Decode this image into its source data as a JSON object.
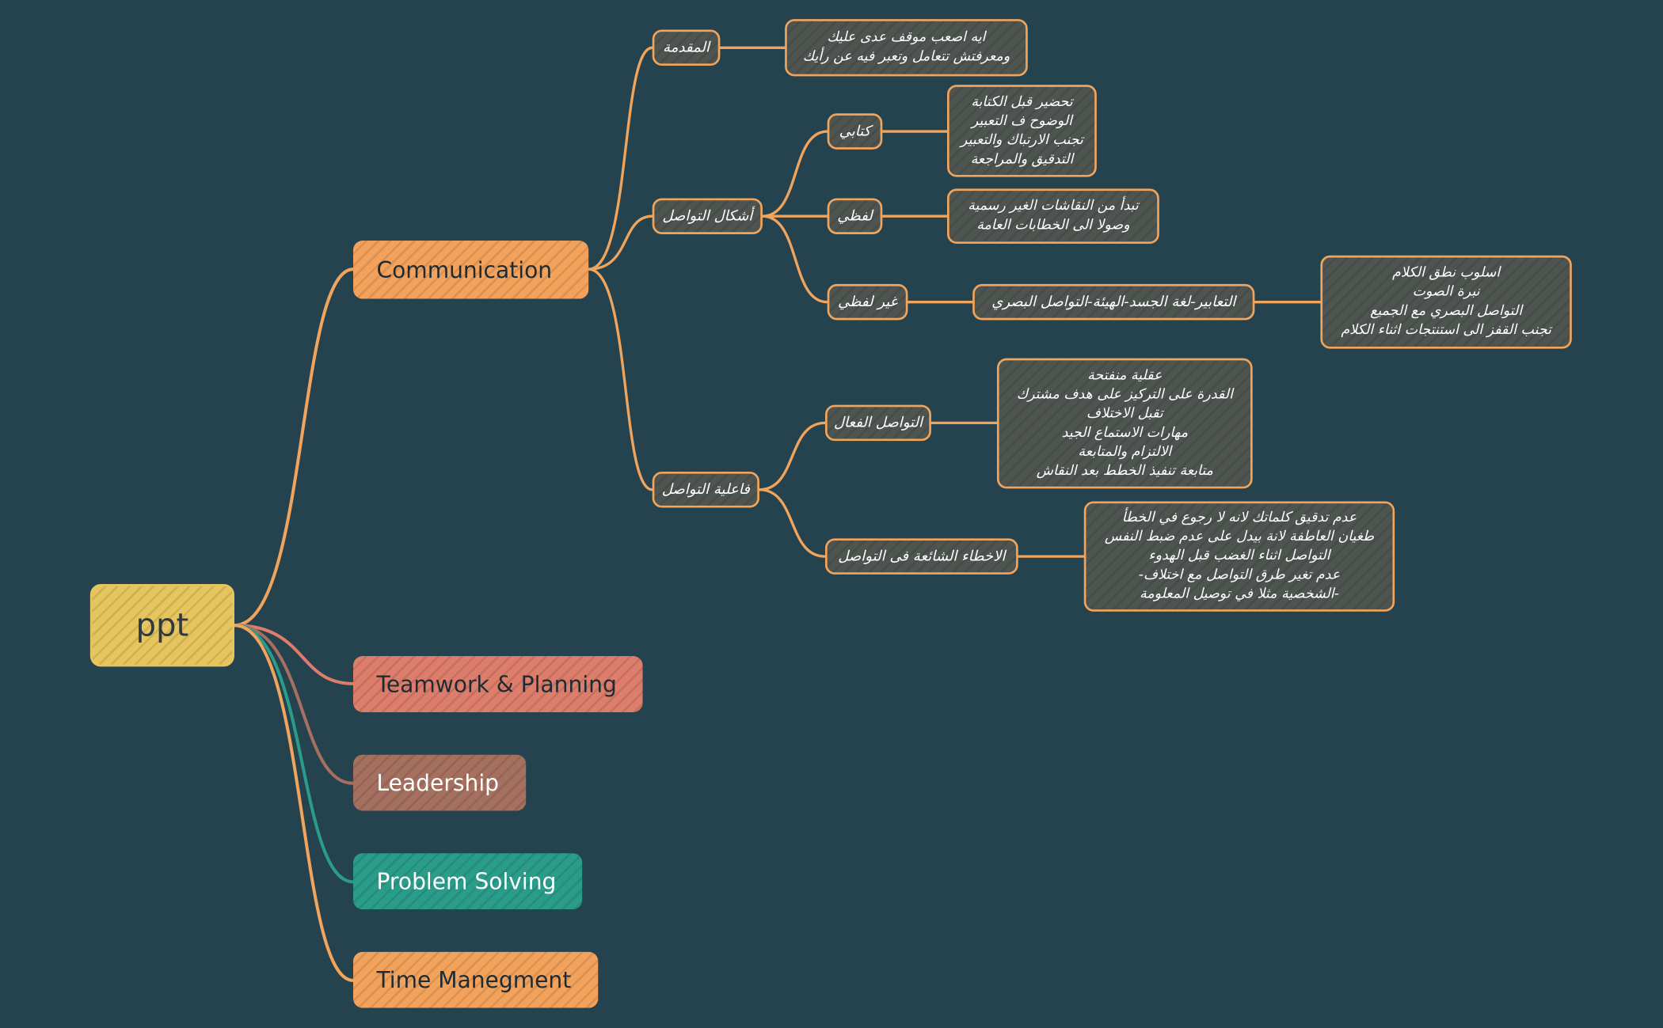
{
  "root": {
    "label": "ppt"
  },
  "main_topics": [
    {
      "label": "Communication",
      "color": "#f2a25b"
    },
    {
      "label": "Teamwork & Planning",
      "color": "#dd7d6b"
    },
    {
      "label": "Leadership",
      "color": "#a5705f"
    },
    {
      "label": "Problem Solving",
      "color": "#2a9c8a"
    },
    {
      "label": "Time Manegment",
      "color": "#f2a25b"
    }
  ],
  "communication": {
    "intro": {
      "label": "المقدمة",
      "note": [
        "ايه اصعب موقف عدى عليك",
        "ومعرفتش تتعامل وتعبر فيه عن رأيك"
      ]
    },
    "forms": {
      "label": "أشكال التواصل",
      "written": {
        "label": "كتابي",
        "note": [
          "تحضير قبل الكتابة",
          "الوضوح ف التعبير",
          "تجنب الارتباك والتعبير",
          "التدقيق والمراجعة"
        ]
      },
      "verbal": {
        "label": "لفظي",
        "note": [
          "تبدأ من النقاشات الغير رسمية",
          "وصولا الى الخطابات العامة"
        ]
      },
      "nonverbal": {
        "label": "غير لفظي",
        "detail": "التعابير-لغة الجسد-الهيئة-التواصل البصري",
        "note": [
          "اسلوب نطق الكلام",
          "نبرة الصوت",
          "التواصل البصري مع الجميع",
          "تجنب القفز الى استنتجات اثناء الكلام"
        ]
      }
    },
    "effectiveness": {
      "label": "فاعلية التواصل",
      "effective": {
        "label": "التواصل الفعال",
        "note": [
          "عقلية منفتحة",
          "القدرة على التركيز على هدف مشترك",
          "تقبل الاختلاف",
          "مهارات الاستماع الجيد",
          "الالتزام والمتابعة",
          "متابعة تنفيذ الخطط بعد النقاش"
        ]
      },
      "mistakes": {
        "label": "الاخطاء الشائعة فى التواصل",
        "note": [
          "عدم تدقيق كلماتك لانه لا رجوع في الخطأ",
          "طغيان العاطفة لانة بيدل على عدم ضبط النفس",
          "التواصل اثناء الغضب قبل الهدوء",
          "عدم تغير طرق التواصل مع اختلاف-",
          "-الشخصية مثلا في توصيل المعلومة"
        ]
      }
    }
  },
  "colors": {
    "background": "#25424f",
    "branch": "#f0a45c",
    "note_fill": "#4e5450"
  }
}
